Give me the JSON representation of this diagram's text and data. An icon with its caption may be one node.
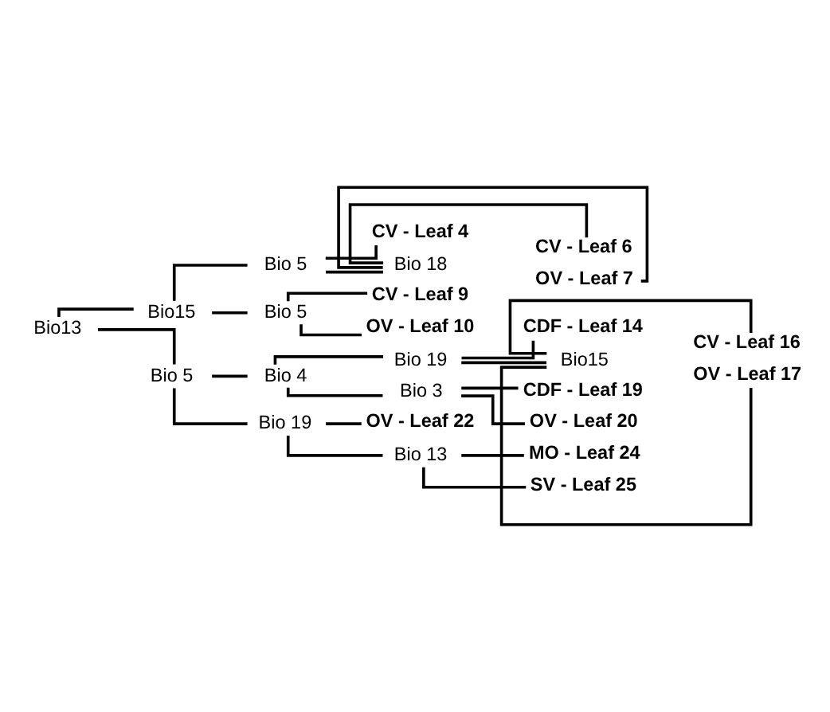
{
  "diagram": {
    "nodes": [
      {
        "text": [
          "Bio13"
        ]
      },
      {
        "text": [
          "Bio15"
        ]
      },
      {
        "text": [
          "Bio 5"
        ]
      },
      {
        "text": [
          "CV - Leaf 4"
        ]
      },
      {
        "text": [
          "Bio 18"
        ]
      },
      {
        "text": [
          "CV - Leaf 6"
        ]
      },
      {
        "text": [
          "OV - Leaf 7"
        ]
      },
      {
        "text": [
          "Bio 5"
        ]
      },
      {
        "text": [
          "CV - Leaf 9"
        ]
      },
      {
        "text": [
          "OV - Leaf 10"
        ]
      },
      {
        "text": [
          "Bio 5"
        ]
      },
      {
        "text": [
          "Bio 4"
        ]
      },
      {
        "text": [
          "Bio 19"
        ]
      },
      {
        "text": [
          "CDF - Leaf 14"
        ]
      },
      {
        "text": [
          "Bio15"
        ]
      },
      {
        "text": [
          "CV - Leaf 16"
        ]
      },
      {
        "text": [
          "OV - Leaf 17"
        ]
      },
      {
        "text": [
          "Bio 3"
        ]
      },
      {
        "text": [
          "CDF - Leaf 19"
        ]
      },
      {
        "text": [
          "OV - Leaf 20"
        ]
      },
      {
        "text": [
          "Bio 19"
        ]
      },
      {
        "text": [
          "OV - Leaf 22"
        ]
      },
      {
        "text": [
          "Bio 13"
        ]
      },
      {
        "text": [
          "MO - Leaf 24"
        ]
      },
      {
        "text": [
          "SV - Leaf 25"
        ]
      }
    ],
    "edges": [
      {
        "from": 0,
        "to": 1,
        "arrow": "none"
      },
      {
        "from": 1,
        "to": 2,
        "arrow": "none"
      },
      {
        "from": 2,
        "to": 3,
        "arrow": "none"
      },
      {
        "from": 2,
        "to": 4,
        "arrow": "none"
      },
      {
        "from": 4,
        "to": 5,
        "arrow": "none"
      },
      {
        "from": 4,
        "to": 6,
        "arrow": "none"
      },
      {
        "from": 1,
        "to": 7,
        "arrow": "none"
      },
      {
        "from": 7,
        "to": 8,
        "arrow": "none"
      },
      {
        "from": 7,
        "to": 9,
        "arrow": "none"
      },
      {
        "from": 0,
        "to": 10,
        "arrow": "none"
      },
      {
        "from": 10,
        "to": 11,
        "arrow": "none"
      },
      {
        "from": 11,
        "to": 12,
        "arrow": "none"
      },
      {
        "from": 12,
        "to": 13,
        "arrow": "none"
      },
      {
        "from": 12,
        "to": 14,
        "arrow": "none"
      },
      {
        "from": 14,
        "to": 15,
        "arrow": "none"
      },
      {
        "from": 14,
        "to": 16,
        "arrow": "none"
      },
      {
        "from": 11,
        "to": 17,
        "arrow": "none"
      },
      {
        "from": 17,
        "to": 18,
        "arrow": "none"
      },
      {
        "from": 17,
        "to": 19,
        "arrow": "none"
      },
      {
        "from": 10,
        "to": 20,
        "arrow": "none"
      },
      {
        "from": 20,
        "to": 21,
        "arrow": "none"
      },
      {
        "from": 20,
        "to": 22,
        "arrow": "none"
      },
      {
        "from": 22,
        "to": 23,
        "arrow": "none"
      },
      {
        "from": 22,
        "to": 24,
        "arrow": "none"
      }
    ]
  }
}
